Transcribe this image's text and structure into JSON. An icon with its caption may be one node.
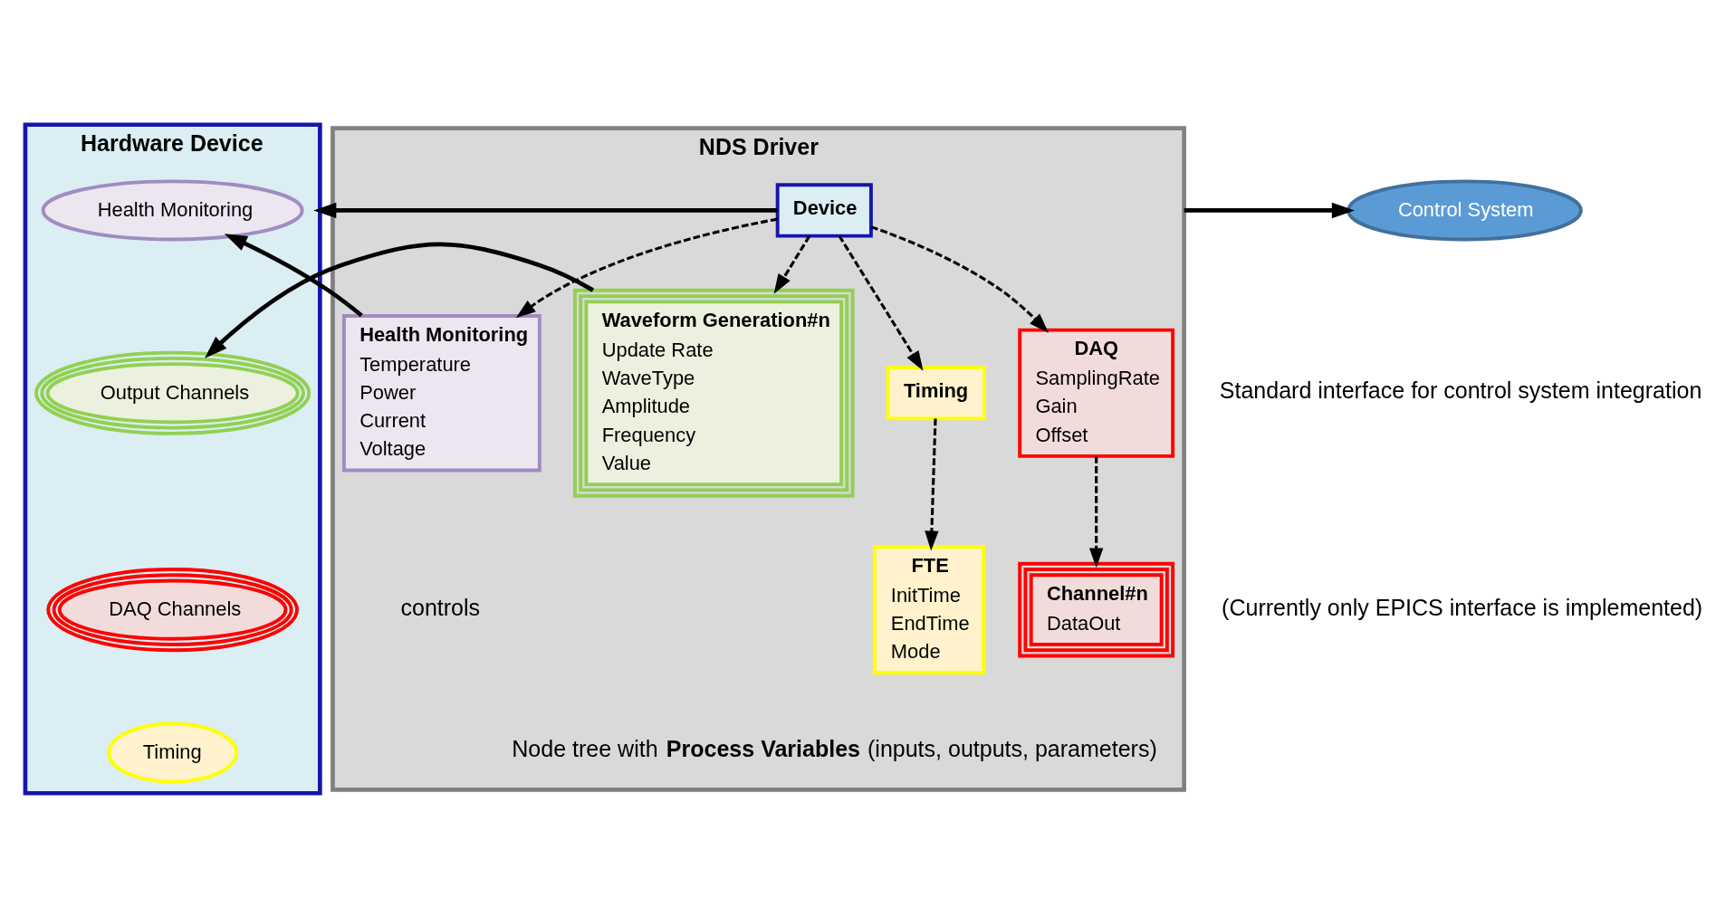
{
  "diagram": {
    "nodes": [
      {
        "text": [
          "Hardware Device"
        ]
      },
      {
        "text": [
          "Health Monitoring"
        ],
        "in": 0
      },
      {
        "text": [
          "Output Channels"
        ],
        "in": 0
      },
      {
        "text": [
          "DAQ Channels"
        ],
        "in": 0
      },
      {
        "text": [
          "Timing"
        ],
        "in": 0
      },
      {
        "text": [
          "NDS Driver"
        ],
        "beside": [
          "Node tree with **Process Variables** (inputs, outputs, parameters)"
        ]
      },
      {
        "text": [
          "Device"
        ],
        "in": 5
      },
      {
        "text": [
          "Health Monitoring",
          "Temperature",
          "Power",
          "Current",
          "Voltage"
        ],
        "in": 5
      },
      {
        "text": [
          "Waveform Generation#n",
          "Update Rate",
          "WaveType",
          "Amplitude",
          "Frequency",
          "Value"
        ],
        "in": 5
      },
      {
        "text": [
          "Timing"
        ],
        "in": 5
      },
      {
        "text": [
          "FTE",
          "InitTime",
          "EndTime",
          "Mode"
        ],
        "in": 5
      },
      {
        "text": [
          "DAQ",
          "SamplingRate",
          "Gain",
          "Offset"
        ],
        "in": 5
      },
      {
        "text": [
          "Channel#n",
          "DataOut"
        ],
        "in": 5
      },
      {
        "text": [
          "Control System"
        ]
      }
    ],
    "edges": [
      {
        "from": 6,
        "to": 0,
        "arrow": "to"
      },
      {
        "from": 7,
        "to": 1,
        "arrow": "to"
      },
      {
        "from": 8,
        "to": 2,
        "arrow": "to"
      },
      {
        "from": 5,
        "to": 13,
        "arrow": "to"
      },
      {
        "from": 6,
        "to": 7,
        "arrow": "to",
        "style": "dashed"
      },
      {
        "from": 6,
        "to": 8,
        "arrow": "to",
        "style": "dashed"
      },
      {
        "from": 6,
        "to": 9,
        "arrow": "to",
        "style": "dashed"
      },
      {
        "from": 6,
        "to": 11,
        "arrow": "to",
        "style": "dashed"
      },
      {
        "from": 9,
        "to": 10,
        "arrow": "to",
        "style": "dashed"
      },
      {
        "from": 11,
        "to": 12,
        "arrow": "to",
        "style": "dashed"
      }
    ],
    "labels": [
      "controls",
      "Standard interface for control system integration",
      "(Currently only EPICS interface is implemented)"
    ]
  }
}
